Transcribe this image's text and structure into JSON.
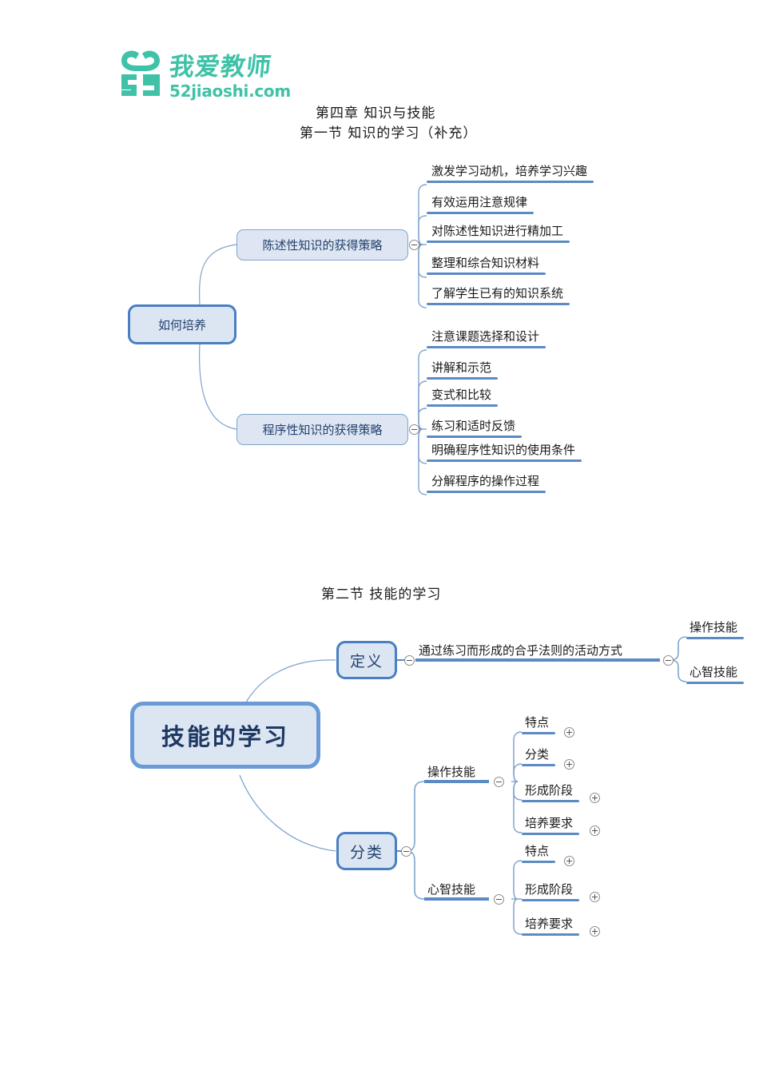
{
  "logo": {
    "name": "52jiaoshi-logo",
    "mark_text": "52",
    "brand_cn": "我爱教师",
    "brand_url": "52jiaoshi.com",
    "color": "#3fc2a7"
  },
  "headings": {
    "chapter": "第四章  知识与技能",
    "section1": "第一节  知识的学习（补充）",
    "section2": "第二节  技能的学习"
  },
  "colors": {
    "node_fill": "#dde6f2",
    "node_border": "#7fa4cd",
    "root_border": "#4a7fc1",
    "branch_line": "#5b8ac4",
    "node_text": "#23406e",
    "leaf_text": "#1b1b1b"
  },
  "map1": {
    "root": {
      "label": "如何培养"
    },
    "branches": [
      {
        "label": "陈述性知识的获得策略",
        "marker": "minus",
        "children": [
          "激发学习动机，培养学习兴趣",
          "有效运用注意规律",
          "对陈述性知识进行精加工",
          "整理和综合知识材料",
          "了解学生已有的知识系统"
        ]
      },
      {
        "label": "程序性知识的获得策略",
        "marker": "minus",
        "children": [
          "注意课题选择和设计",
          "讲解和示范",
          "变式和比较",
          "练习和适时反馈",
          "明确程序性知识的使用条件",
          "分解程序的操作过程"
        ]
      }
    ]
  },
  "map2": {
    "root": {
      "label": "技能的学习"
    },
    "definition": {
      "label": "定义",
      "marker": "minus",
      "detail": "通过练习而形成的合乎法则的活动方式",
      "detail_marker": "minus",
      "kinds": [
        "操作技能",
        "心智技能"
      ]
    },
    "classification": {
      "label": "分类",
      "marker": "minus",
      "groups": [
        {
          "label": "操作技能",
          "marker": "minus",
          "items": [
            {
              "label": "特点",
              "marker": "plus"
            },
            {
              "label": "分类",
              "marker": "plus"
            },
            {
              "label": "形成阶段",
              "marker": "plus"
            },
            {
              "label": "培养要求",
              "marker": "plus"
            }
          ]
        },
        {
          "label": "心智技能",
          "marker": "minus",
          "items": [
            {
              "label": "特点",
              "marker": "plus"
            },
            {
              "label": "形成阶段",
              "marker": "plus"
            },
            {
              "label": "培养要求",
              "marker": "plus"
            }
          ]
        }
      ]
    }
  }
}
